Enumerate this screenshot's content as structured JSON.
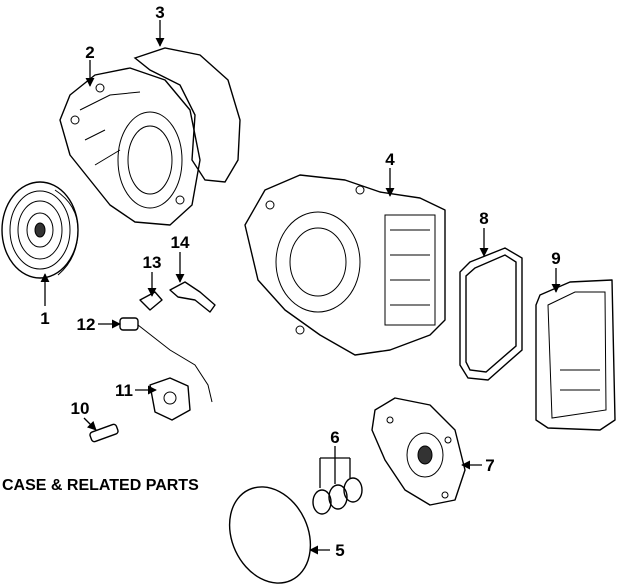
{
  "title": "CASE & RELATED PARTS",
  "callouts": {
    "c1": "1",
    "c2": "2",
    "c3": "3",
    "c4": "4",
    "c5": "5",
    "c6": "6",
    "c7": "7",
    "c8": "8",
    "c9": "9",
    "c10": "10",
    "c11": "11",
    "c12": "12",
    "c13": "13",
    "c14": "14"
  },
  "colors": {
    "line": "#000000",
    "background": "#ffffff"
  }
}
